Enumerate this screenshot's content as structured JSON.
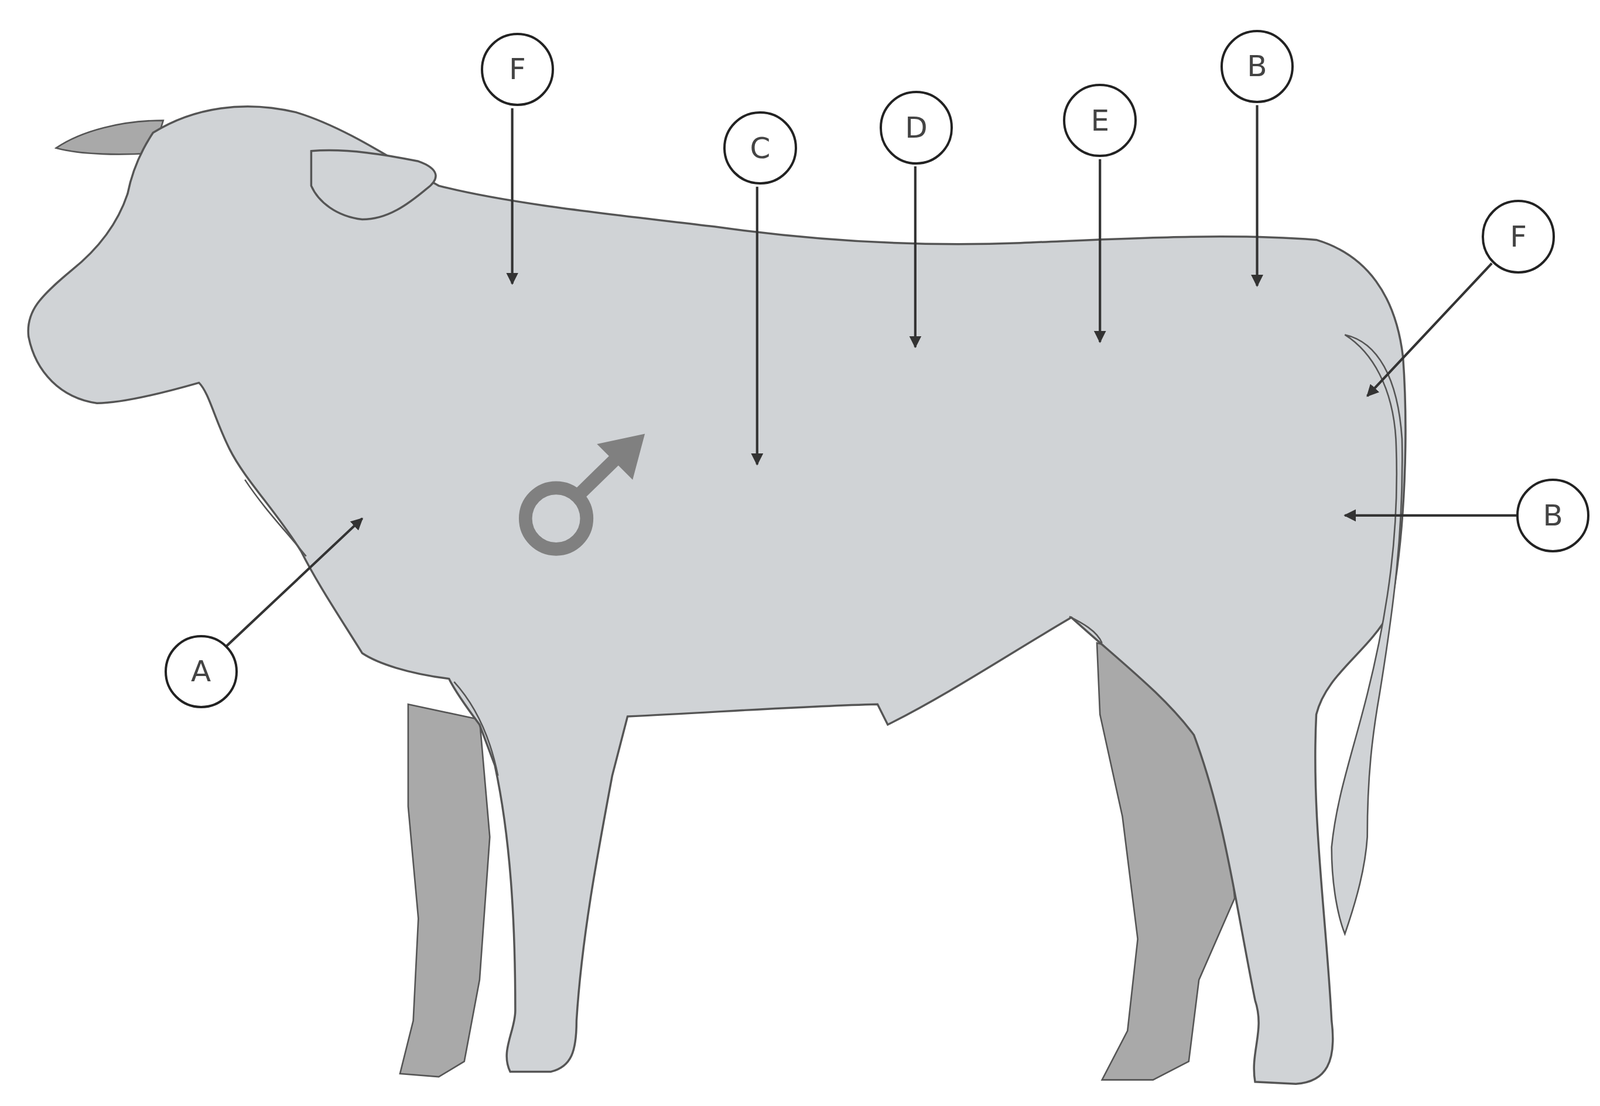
{
  "diagram": {
    "nodes": [
      {
        "text": [
          "F"
        ]
      },
      {
        "text": [
          "C"
        ]
      },
      {
        "text": [
          "D"
        ]
      },
      {
        "text": [
          "E"
        ]
      },
      {
        "text": [
          "B"
        ]
      },
      {
        "text": [
          "F"
        ]
      },
      {
        "text": [
          "B"
        ]
      },
      {
        "text": [
          "A"
        ]
      }
    ]
  }
}
